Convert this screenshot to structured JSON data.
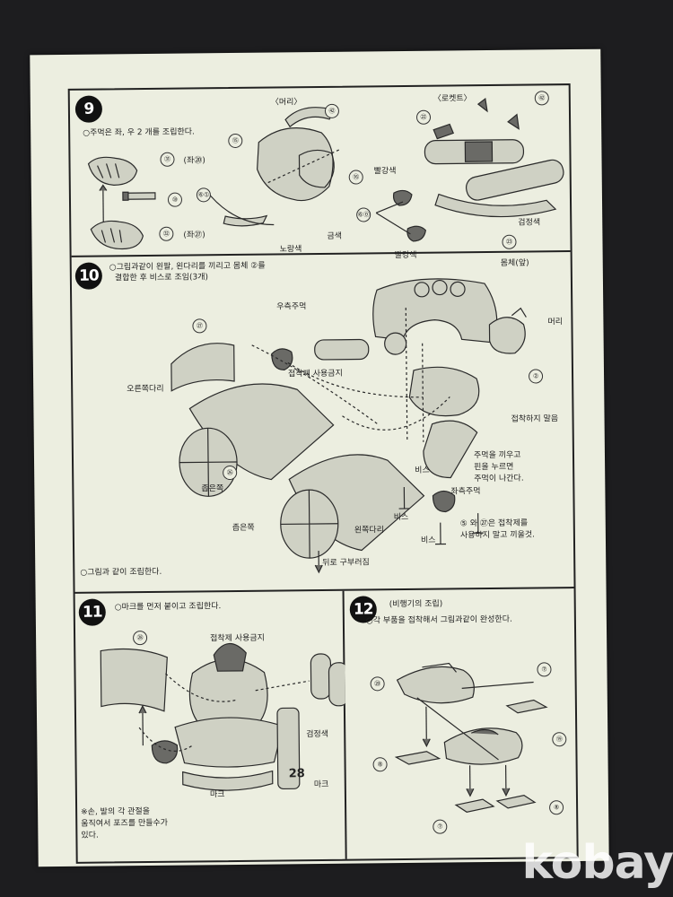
{
  "step9": {
    "number": "9",
    "instruction": "○주먹은 좌, 우 2 개를 조립한다.",
    "labels": {
      "head": "〈머리〉",
      "rocket": "〈로켓트〉",
      "red1": "빨강색",
      "red2": "빨강색",
      "yellow": "노랑색",
      "gold": "금색",
      "black": "검정색",
      "left_note": "(좌⑳)",
      "right_note": "(좌㉗)"
    },
    "callouts": [
      "㉛",
      "⑩",
      "㉜",
      "⑮",
      "㊷",
      "⑯",
      "⑥①",
      "㉒",
      "㊷",
      "⑥⓪",
      "㉓"
    ]
  },
  "step10": {
    "number": "10",
    "instruction_line1": "○그림과같이 왼팔, 왼다리를 끼리고 몸체 ②를",
    "instruction_line2": "결합한 후 비스로 조임(3개)",
    "labels": {
      "body_front": "몸체(앞)",
      "head": "머리",
      "right_fist": "우측주먹",
      "no_glue": "접착제 사용금지",
      "right_leg": "오른쪽다리",
      "no_glue2": "접착하지 말음",
      "fist_note1": "주먹을 끼우고",
      "fist_note2": "핀을 누르면",
      "fist_note3": "주먹이 나간다.",
      "left_fist": "좌측주먹",
      "inner1": "좁은쪽",
      "inner2": "좁은쪽",
      "left_leg": "왼쪽다리",
      "screw1": "비스",
      "screw2": "비스",
      "screw3": "비스",
      "glue_note1": "⑤ 와 ㉗은 접착제를",
      "glue_note2": "사용하지 말고 끼울것.",
      "bend_back": "뒤로 구부러짐",
      "assemble": "○그림과 같이 조립한다."
    },
    "callouts": [
      "㉗",
      "②",
      "㉖"
    ]
  },
  "step11": {
    "number": "11",
    "instruction": "○마크를 먼저 붙이고 조립한다.",
    "labels": {
      "no_glue": "접착제 사용금지",
      "black": "검정색",
      "mark1": "마크",
      "mark2": "마크",
      "badge": "28",
      "note1": "※손, 발의 각 관절을",
      "note2": "움직여서 포즈를 만들수가",
      "note3": "있다."
    },
    "callouts": [
      "㉘"
    ]
  },
  "step12": {
    "number": "12",
    "title": "(비행기의 조립)",
    "instruction": "○각 부품을 접착해서 그림과같이 완성한다.",
    "callouts": [
      "⑦",
      "⑳",
      "⑲",
      "⑧",
      "⑧",
      "⑦"
    ]
  },
  "watermark": "kobay"
}
